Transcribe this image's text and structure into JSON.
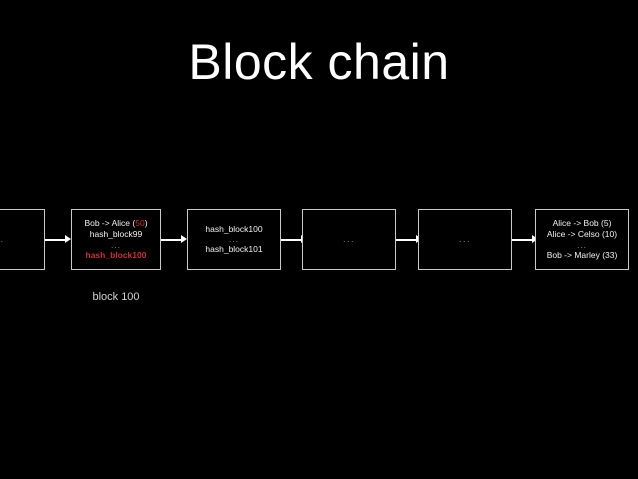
{
  "slide": {
    "title": "Block chain",
    "background_color": "#000000",
    "text_color": "#ffffff",
    "highlight_color": "#c93232",
    "border_color": "#c9c9c9"
  },
  "caption": {
    "text": "block 100"
  },
  "chain": {
    "blocks": [
      {
        "name": "block-99",
        "clipped": true,
        "lines": [
          {
            "text": "...",
            "style": "dots"
          }
        ]
      },
      {
        "name": "block-100",
        "clipped": false,
        "lines": [
          {
            "text": "Bob -> Alice (",
            "amount": "50",
            "suffix": ")",
            "style": "tx-highlight"
          },
          {
            "text": "hash_block99",
            "style": "plain"
          },
          {
            "text": "...",
            "style": "dots"
          },
          {
            "text": "hash_block100",
            "style": "hash-highlight"
          }
        ]
      },
      {
        "name": "block-101",
        "clipped": false,
        "lines": [
          {
            "text": "hash_block100",
            "style": "plain"
          },
          {
            "text": "...",
            "style": "dots"
          },
          {
            "text": "hash_block101",
            "style": "plain"
          }
        ]
      },
      {
        "name": "block-ellipsis-1",
        "clipped": false,
        "lines": [
          {
            "text": "...",
            "style": "center-dots"
          }
        ]
      },
      {
        "name": "block-ellipsis-2",
        "clipped": false,
        "lines": [
          {
            "text": "...",
            "style": "center-dots"
          }
        ]
      },
      {
        "name": "block-latest",
        "clipped": false,
        "lines": [
          {
            "text": "Alice -> Bob (5)",
            "style": "plain"
          },
          {
            "text": "Alice -> Celso (10)",
            "style": "plain"
          },
          {
            "text": "...",
            "style": "dots"
          },
          {
            "text": "Bob -> Marley (33)",
            "style": "plain"
          }
        ]
      }
    ],
    "arrows": 5
  },
  "block_texts": {
    "b0_l0": "...",
    "b1_l0_pre": "Bob -> Alice (",
    "b1_l0_amount": "50",
    "b1_l0_post": ")",
    "b1_l1": "hash_block99",
    "b1_l2": "...",
    "b1_l3": "hash_block100",
    "b2_l0": "hash_block100",
    "b2_l1": "...",
    "b2_l2": "hash_block101",
    "b3_l0": "...",
    "b4_l0": "...",
    "b5_l0": "Alice -> Bob (5)",
    "b5_l1": "Alice -> Celso (10)",
    "b5_l2": "...",
    "b5_l3": "Bob -> Marley (33)"
  }
}
